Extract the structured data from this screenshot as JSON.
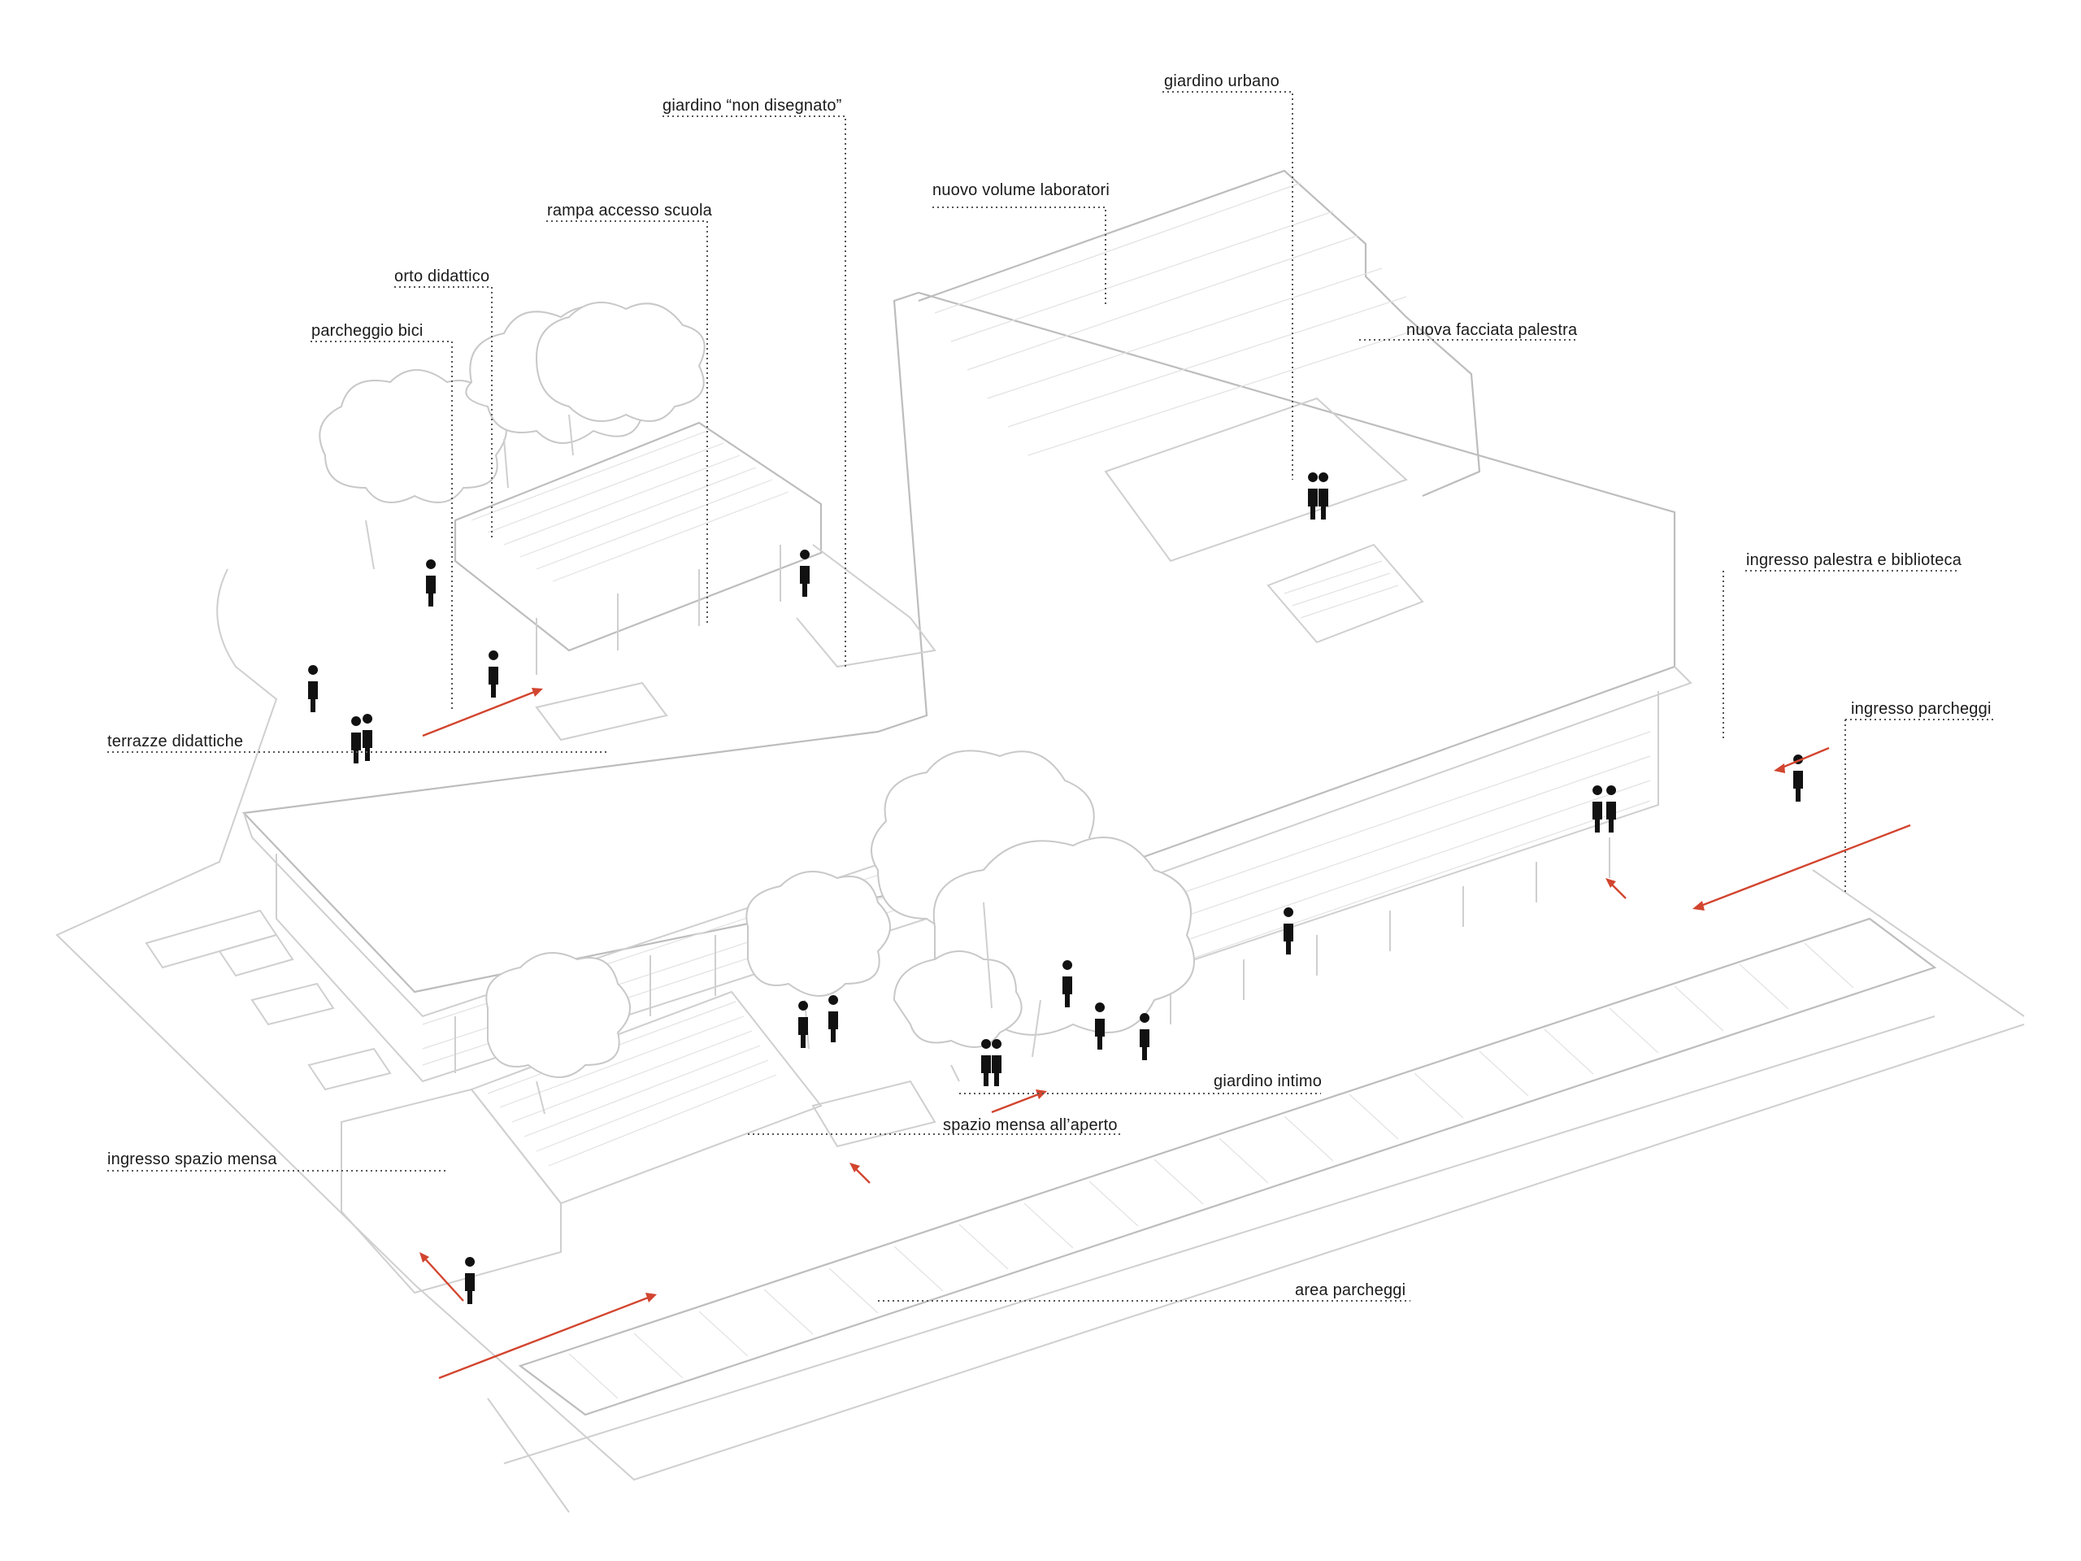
{
  "labels": {
    "giardino_non_disegnato": "giardino “non disegnato”",
    "giardino_urbano": "giardino urbano",
    "rampa_accesso_scuola": "rampa accesso scuola",
    "nuovo_volume_laboratori": "nuovo volume laboratori",
    "orto_didattico": "orto didattico",
    "parcheggio_bici": "parcheggio bici",
    "nuova_facciata_palestra": "nuova facciata palestra",
    "ingresso_palestra_biblioteca": "ingresso palestra e biblioteca",
    "ingresso_parcheggi": "ingresso parcheggi",
    "terrazze_didattiche": "terrazze didattiche",
    "giardino_intimo": "giardino intimo",
    "spazio_mensa_aperto": "spazio mensa all’aperto",
    "ingresso_spazio_mensa": "ingresso spazio mensa",
    "area_parcheggi": "area parcheggi"
  },
  "colors": {
    "line": "#cfcfcf",
    "leader": "#555555",
    "arrow": "#d2452f",
    "figure": "#111111",
    "text": "#1a1a1a"
  }
}
